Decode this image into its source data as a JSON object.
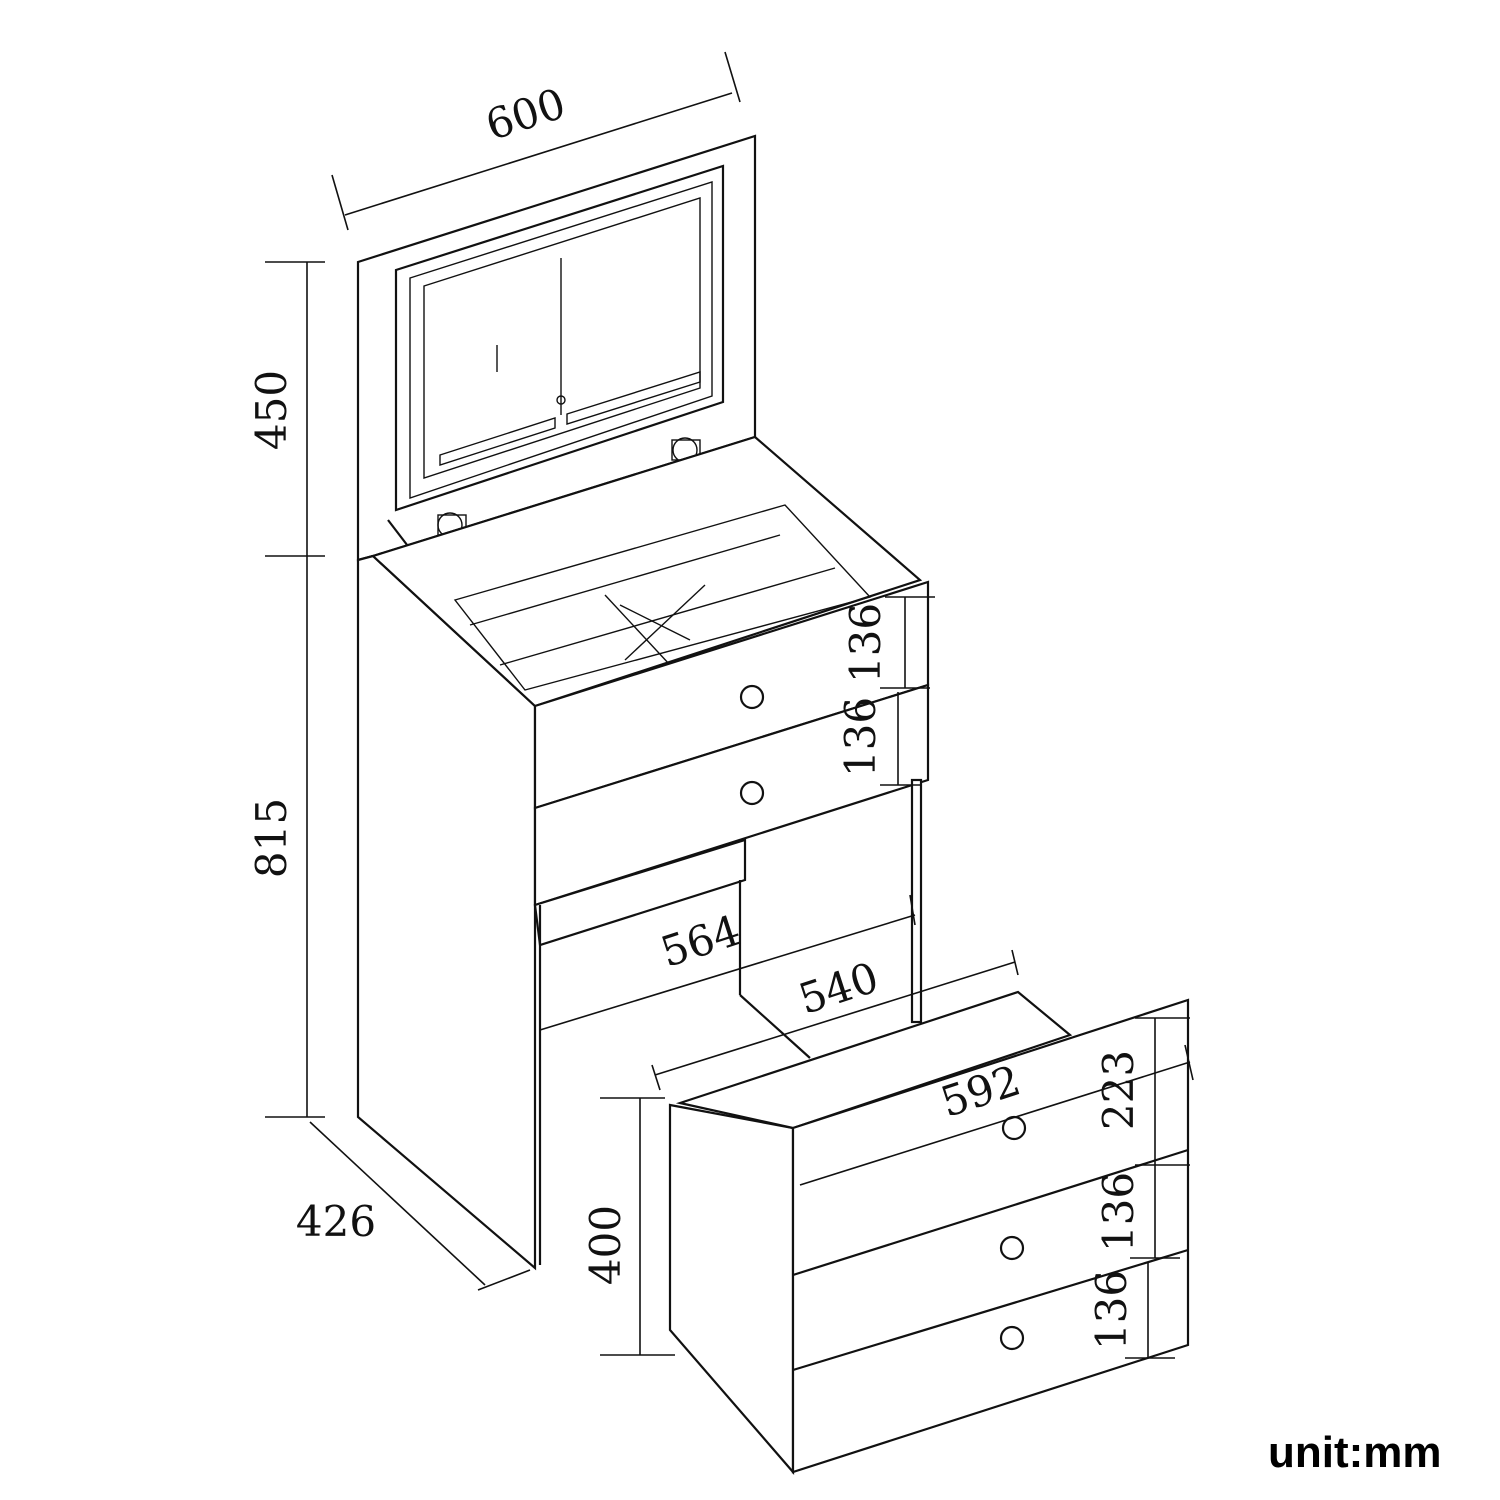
{
  "dimensions": {
    "width_top": "600",
    "mirror_height": "450",
    "body_height": "815",
    "depth": "426",
    "inner_width": "564",
    "knee_width": "540",
    "cabinet_width": "592",
    "cabinet_drawer_top": "223",
    "drawer_1": "136",
    "drawer_2": "136",
    "cabinet_drawer_2": "136",
    "cabinet_drawer_3": "136",
    "cabinet_height": "400"
  },
  "unit_label": "unit:mm"
}
